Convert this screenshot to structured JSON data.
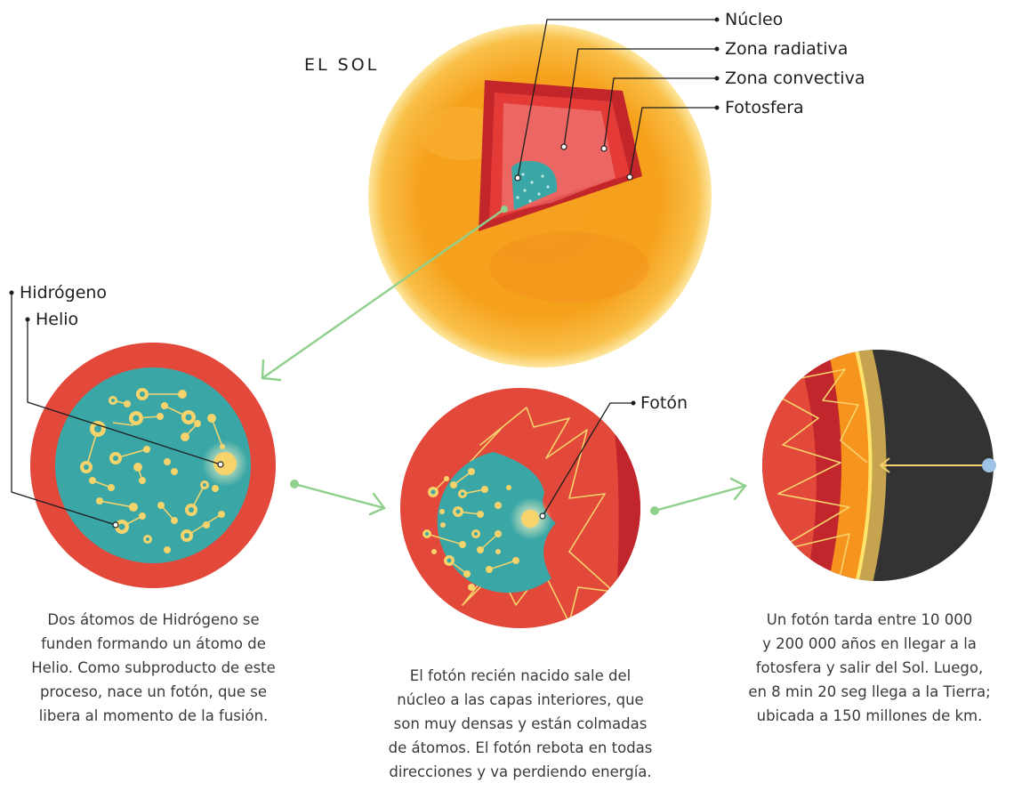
{
  "title": "EL SOL",
  "labels": {
    "nucleo": "Núcleo",
    "zona_radiativa": "Zona radiativa",
    "zona_convectiva": "Zona convectiva",
    "fotosfera": "Fotosfera",
    "hidrogeno": "Hidrógeno",
    "helio": "Helio",
    "foton": "Fotón"
  },
  "captions": {
    "fusion": [
      "Dos átomos de Hidrógeno se",
      "funden formando un átomo de",
      "Helio. Como subproducto de este",
      "proceso, nace un fotón, que se",
      "libera al momento de la fusión."
    ],
    "interior": [
      "El fotón recién nacido sale del",
      "núcleo a las capas interiores, que",
      "son muy densas y están colmadas",
      "de átomos. El fotón rebota en todas",
      "direcciones y va perdiendo energía."
    ],
    "salida": [
      "Un fotón tarda entre 10 000",
      "y 200 000 años en llegar a la",
      "fotosfera y salir del Sol. Luego,",
      "en 8 min 20 seg llega a la Tierra;",
      "ubicada a 150 millones de km."
    ]
  },
  "colors": {
    "sun_orange": "#f7a21c",
    "core_teal": "#3aa7a6",
    "shell_red": "#e2493a",
    "deep_red": "#c0262c",
    "arrow_green": "#8fd08c",
    "atom_yellow": "#f6d36b",
    "space_dark": "#333333",
    "earth_blue": "#9fc3e6"
  }
}
